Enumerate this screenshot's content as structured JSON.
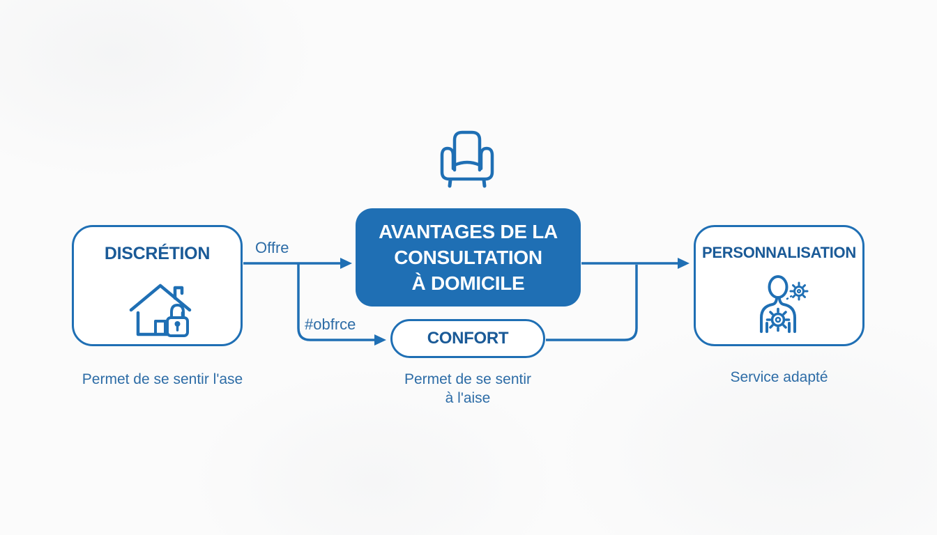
{
  "palette": {
    "line": "#1f6fb4",
    "fill": "#1f6fb4",
    "heading": "#1a5a97",
    "caption": "#2d6ca6",
    "bg": "#fbfbfb",
    "white": "#ffffff"
  },
  "diagram": {
    "center": {
      "title_lines": [
        "AVANTAGES DE LA",
        "CONSULTATION",
        "À DOMICILE"
      ],
      "icon": "armchair-icon"
    },
    "discretion": {
      "title": "DISCRÉTION",
      "caption": "Permet de se sentir l'ase",
      "icon": "house-lock-icon"
    },
    "confort": {
      "title": "CONFORT",
      "caption_lines": [
        "Permet de se sentir",
        "à l'aise"
      ]
    },
    "personnalisation": {
      "title": "PERSONNALISATION",
      "caption": "Service adapté",
      "icon": "person-gears-icon"
    },
    "edges": {
      "offre": {
        "label": "Offre"
      },
      "obfrce": {
        "label": "#obfrce"
      }
    }
  }
}
